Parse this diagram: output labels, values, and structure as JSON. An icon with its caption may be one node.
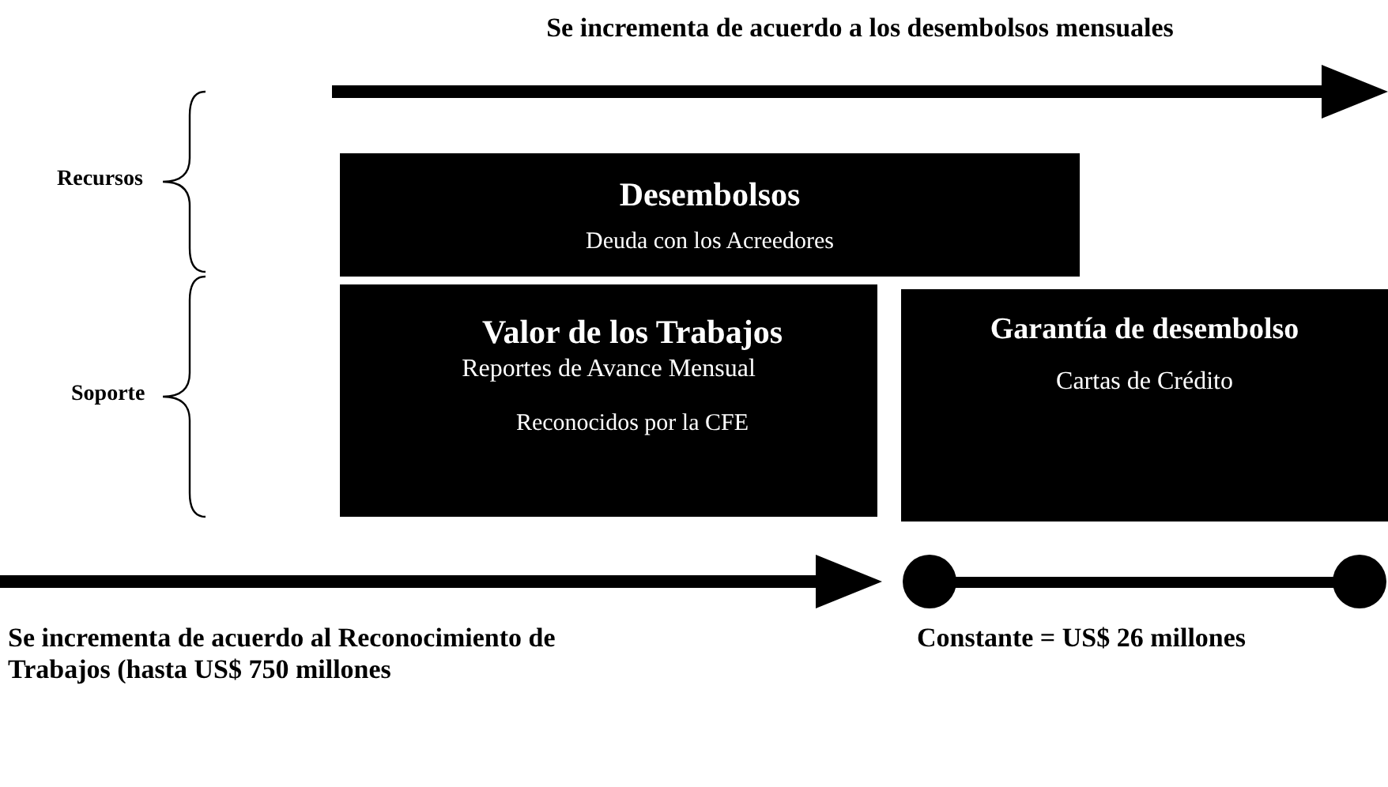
{
  "diagram": {
    "nodes": [
      {
        "text": [
          "Desembolsos",
          "Deuda con los Acreedores"
        ]
      },
      {
        "text": [
          "Valor de los Trabajos",
          "Reportes de Avance Mensual",
          "Reconocidos por la CFE"
        ]
      },
      {
        "text": [
          "Garantía de desembolso",
          "Cartas de Crédito"
        ]
      }
    ],
    "edges": [],
    "labels": [
      "Se incrementa de acuerdo a los desembolsos mensuales",
      "Recursos",
      "Soporte",
      "Se incrementa de acuerdo al Reconocimiento de Trabajos (hasta US$ 750 millones",
      "Constante = US$ 26 millones"
    ]
  }
}
